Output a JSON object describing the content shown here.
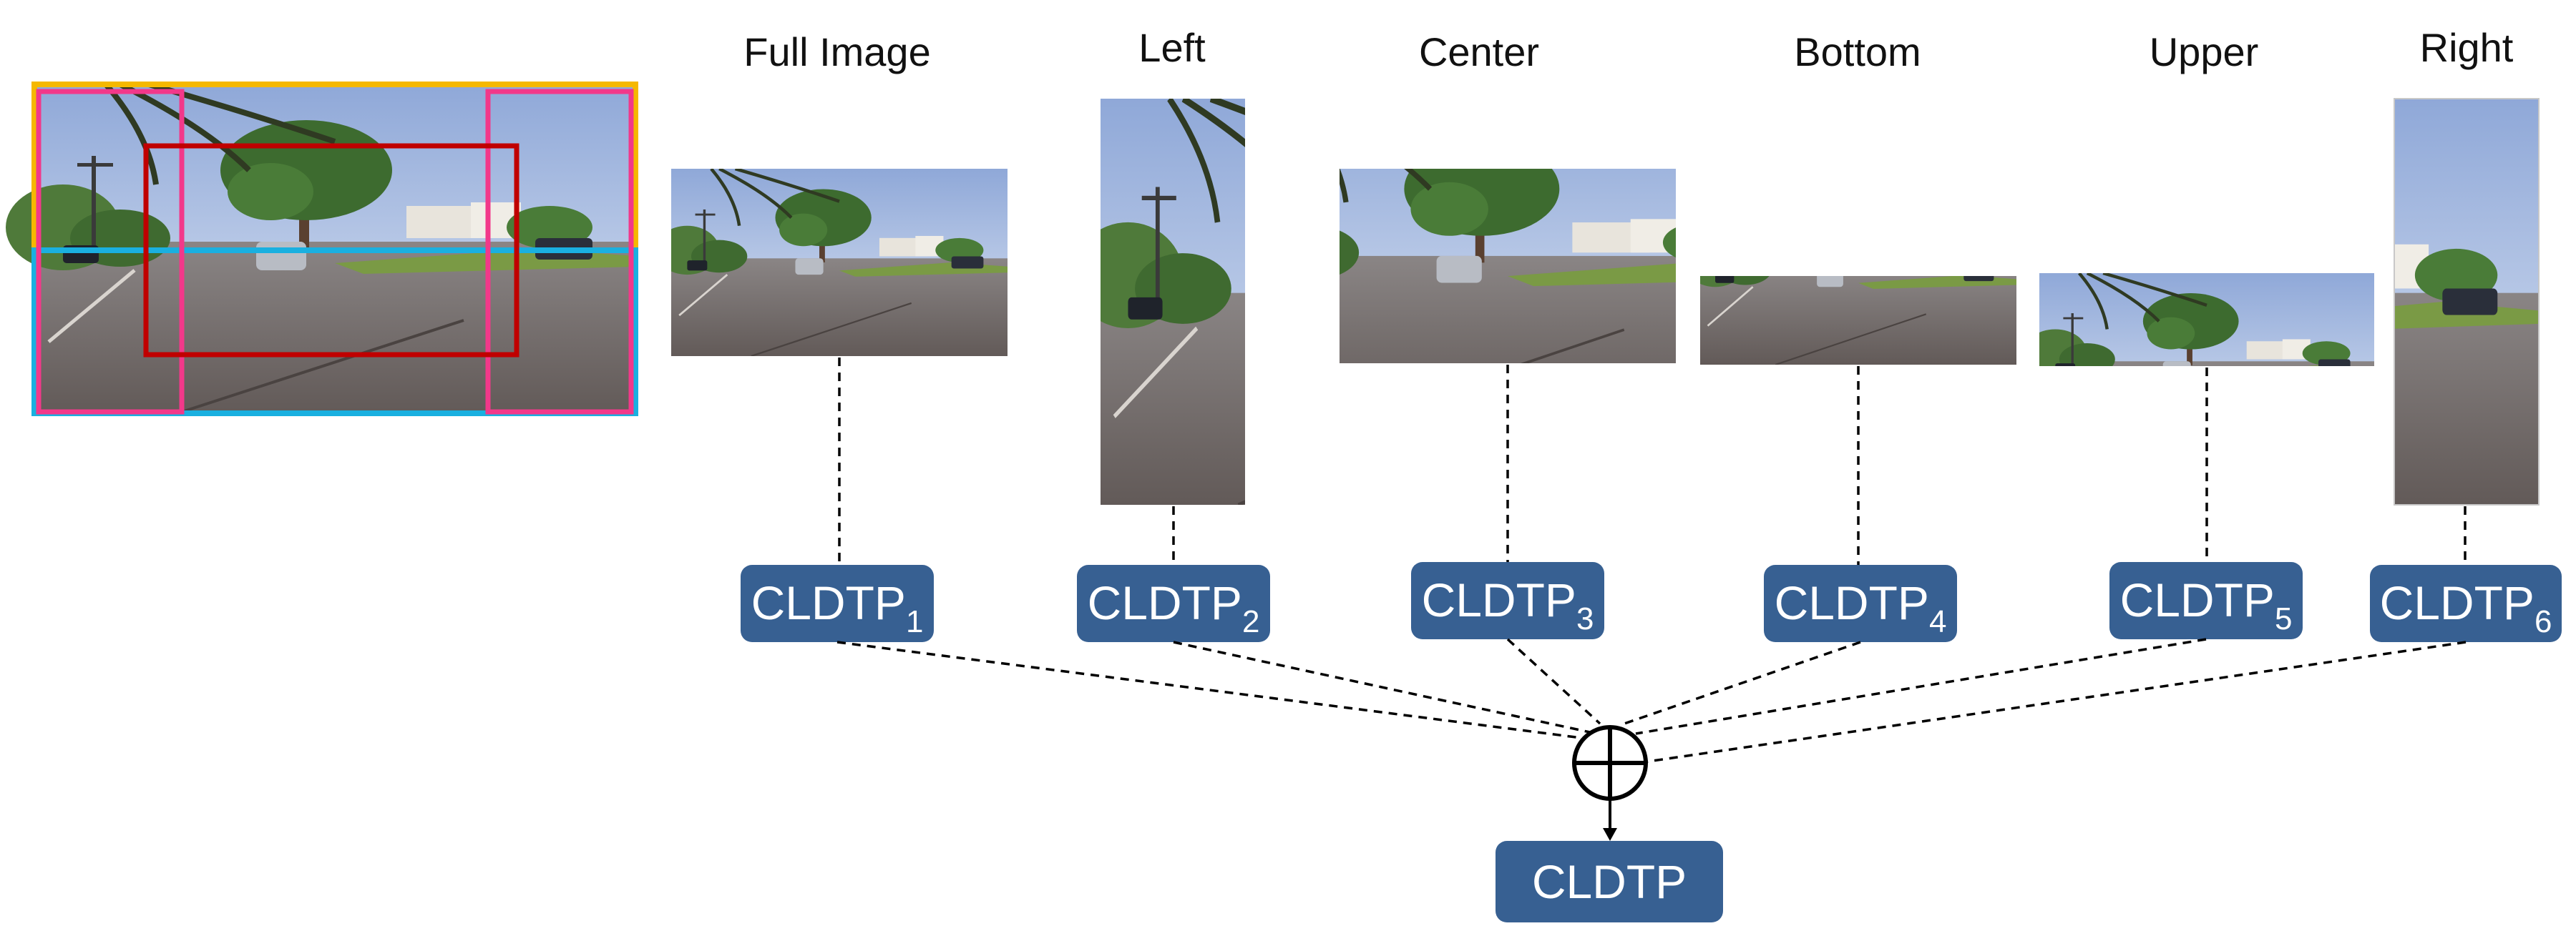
{
  "regions": [
    {
      "label": "Full Image",
      "descriptor": "CLDTP",
      "index": "1"
    },
    {
      "label": "Left",
      "descriptor": "CLDTP",
      "index": "2"
    },
    {
      "label": "Center",
      "descriptor": "CLDTP",
      "index": "3"
    },
    {
      "label": "Bottom",
      "descriptor": "CLDTP",
      "index": "4"
    },
    {
      "label": "Upper",
      "descriptor": "CLDTP",
      "index": "5"
    },
    {
      "label": "Right",
      "descriptor": "CLDTP",
      "index": "6"
    }
  ],
  "output": {
    "label": "CLDTP"
  },
  "colors": {
    "box": "#376092",
    "region_upper": "#f5b800",
    "region_bottom": "#1ab0e0",
    "region_side": "#f2388a",
    "region_center": "#c00000"
  }
}
